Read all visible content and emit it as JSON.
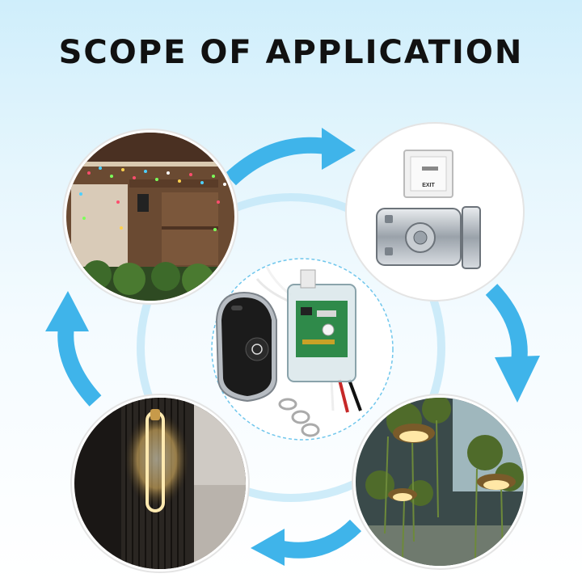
{
  "title": "SCOPE OF APPLICATION",
  "colors": {
    "arrow": "#3fb4ea",
    "circle_border": "#e6e6e6",
    "center_dash": "#6fc6ec"
  },
  "scenes": {
    "top_left": "string-lights-porch",
    "top_right": "door-lock-with-exit-button",
    "bottom_left": "wall-lamp",
    "bottom_right": "hanging-pendant-lights-with-plants",
    "center": "remote-control-and-receiver-module"
  },
  "exit_button": {
    "label": "EXIT"
  }
}
